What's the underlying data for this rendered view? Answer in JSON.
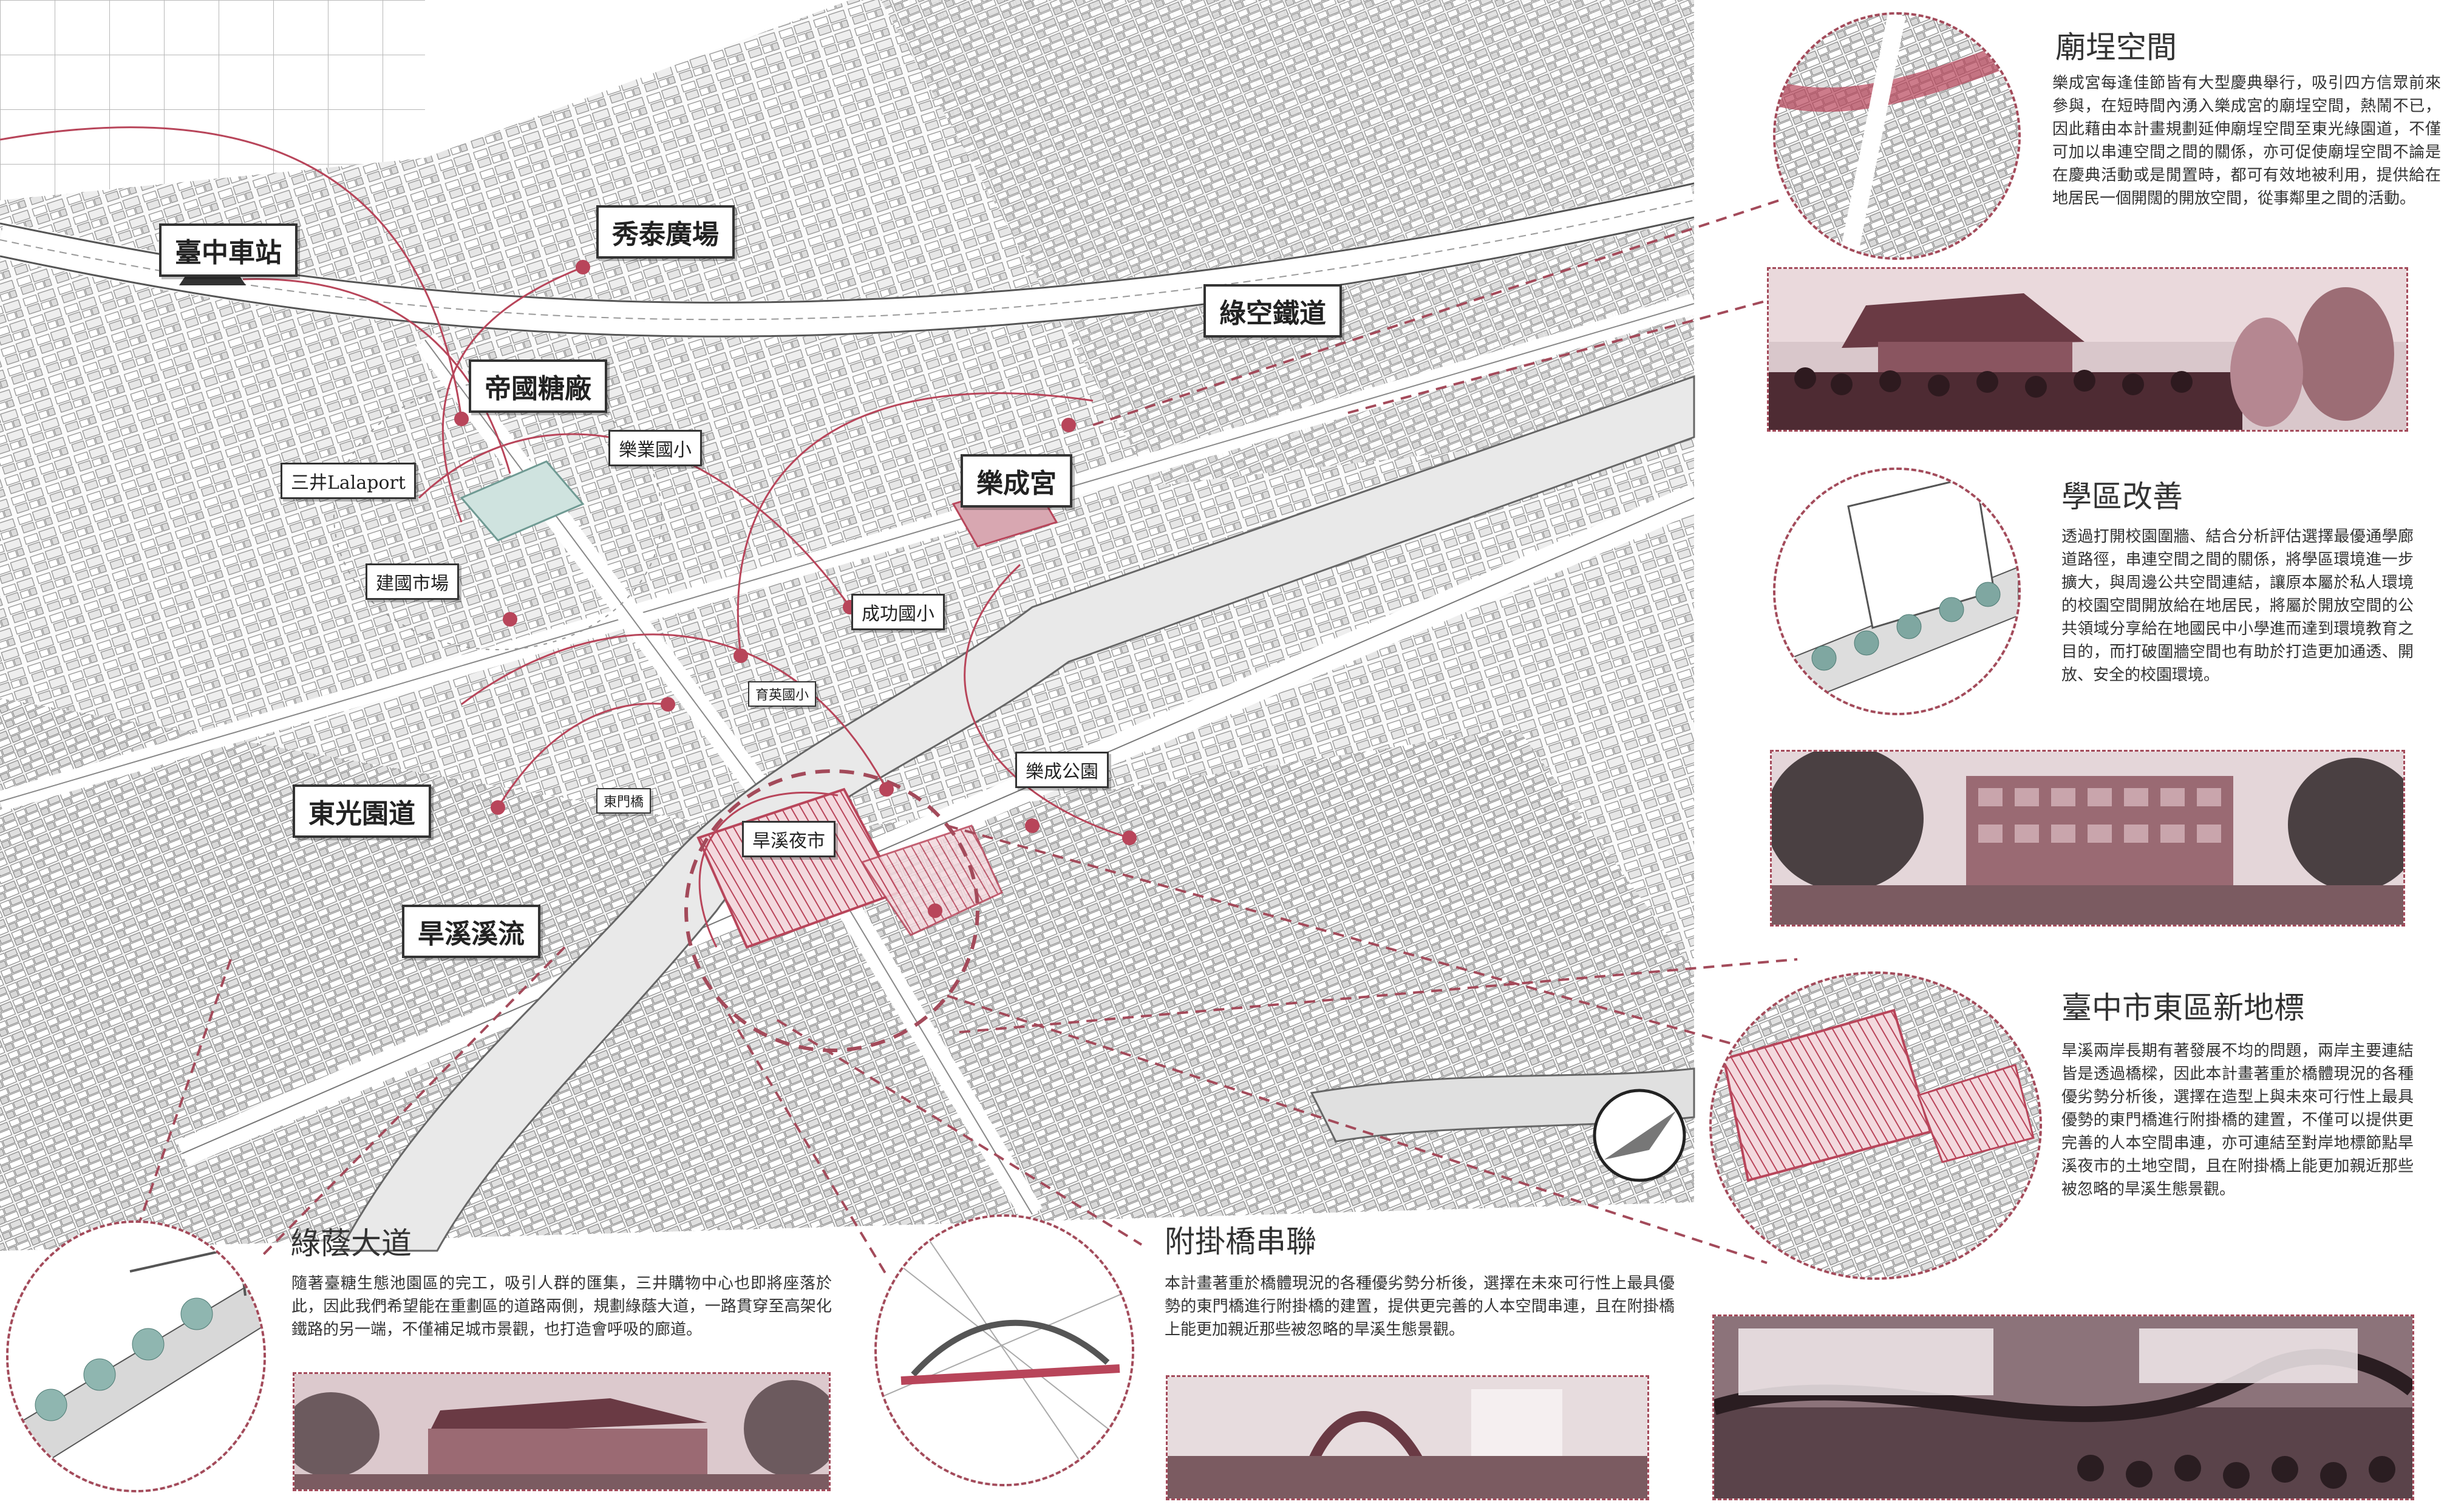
{
  "map": {
    "labels": {
      "taichung_station": "臺中車站",
      "xiutai_plaza": "秀泰廣場",
      "green_railway": "綠空鐵道",
      "imperial_sugar": "帝國糖廠",
      "lecheng_temple": "樂成宮",
      "mitsui_lalaport": "三井Lalaport",
      "leye_elementary": "樂業國小",
      "jianguo_market": "建國市場",
      "chenggong_elementary": "成功國小",
      "yuying_elementary": "育英國小",
      "lecheng_park": "樂成公園",
      "dongguang_greenway": "東光園道",
      "dongmen_bridge": "東門橋",
      "hanxi_night_market": "旱溪夜市",
      "hanxi_stream": "旱溪溪流"
    },
    "colors": {
      "accent": "#a34a5a",
      "line": "#555555",
      "route": "#b8455a"
    }
  },
  "sections": {
    "temple_space": {
      "title": "廟埕空間",
      "body": "樂成宮每逢佳節皆有大型慶典舉行，吸引四方信眾前來參與，在短時間內湧入樂成宮的廟埕空間，熱鬧不已，因此藉由本計畫規劃延伸廟埕空間至東光綠園道，不僅可加以串連空間之間的關係，亦可促使廟埕空間不論是在慶典活動或是閒置時，都可有效地被利用，提供給在地居民一個開闊的開放空間，從事鄰里之間的活動。"
    },
    "school_zone": {
      "title": "學區改善",
      "body": "透過打開校園圍牆、結合分析評估選擇最優通學廊道路徑，串連空間之間的關係，將學區環境進一步擴大，與周邊公共空間連結，讓原本屬於私人環境的校園空間開放給在地居民，將屬於開放空間的公共領域分享給在地國民中小學進而達到環境教育之目的，而打破圍牆空間也有助於打造更加通透、開放、安全的校園環境。"
    },
    "landmark": {
      "title": "臺中市東區新地標",
      "body": "旱溪兩岸長期有著發展不均的問題，兩岸主要連結皆是透過橋樑，因此本計畫著重於橋體現況的各種優劣勢分析後，選擇在造型上與未來可行性上最具優勢的東門橋進行附掛橋的建置，不僅可以提供更完善的人本空間串連，亦可連結至對岸地標節點旱溪夜市的土地空間，且在附掛橋上能更加親近那些被忽略的旱溪生態景觀。"
    },
    "green_boulevard": {
      "title": "綠蔭大道",
      "body": "隨著臺糖生態池園區的完工，吸引人群的匯集，三井購物中心也即將座落於此，因此我們希望能在重劃區的道路兩側，規劃綠蔭大道，一路貫穿至高架化鐵路的另一端，不僅補足城市景觀，也打造會呼吸的廊道。"
    },
    "bridge_link": {
      "title": "附掛橋串聯",
      "body": "本計畫著重於橋體現況的各種優劣勢分析後，選擇在未來可行性上最具優勢的東門橋進行附掛橋的建置，提供更完善的人本空間串連，且在附掛橋上能更加親近那些被忽略的旱溪生態景觀。"
    }
  },
  "icons": {
    "north_arrow": "north-arrow-icon"
  }
}
